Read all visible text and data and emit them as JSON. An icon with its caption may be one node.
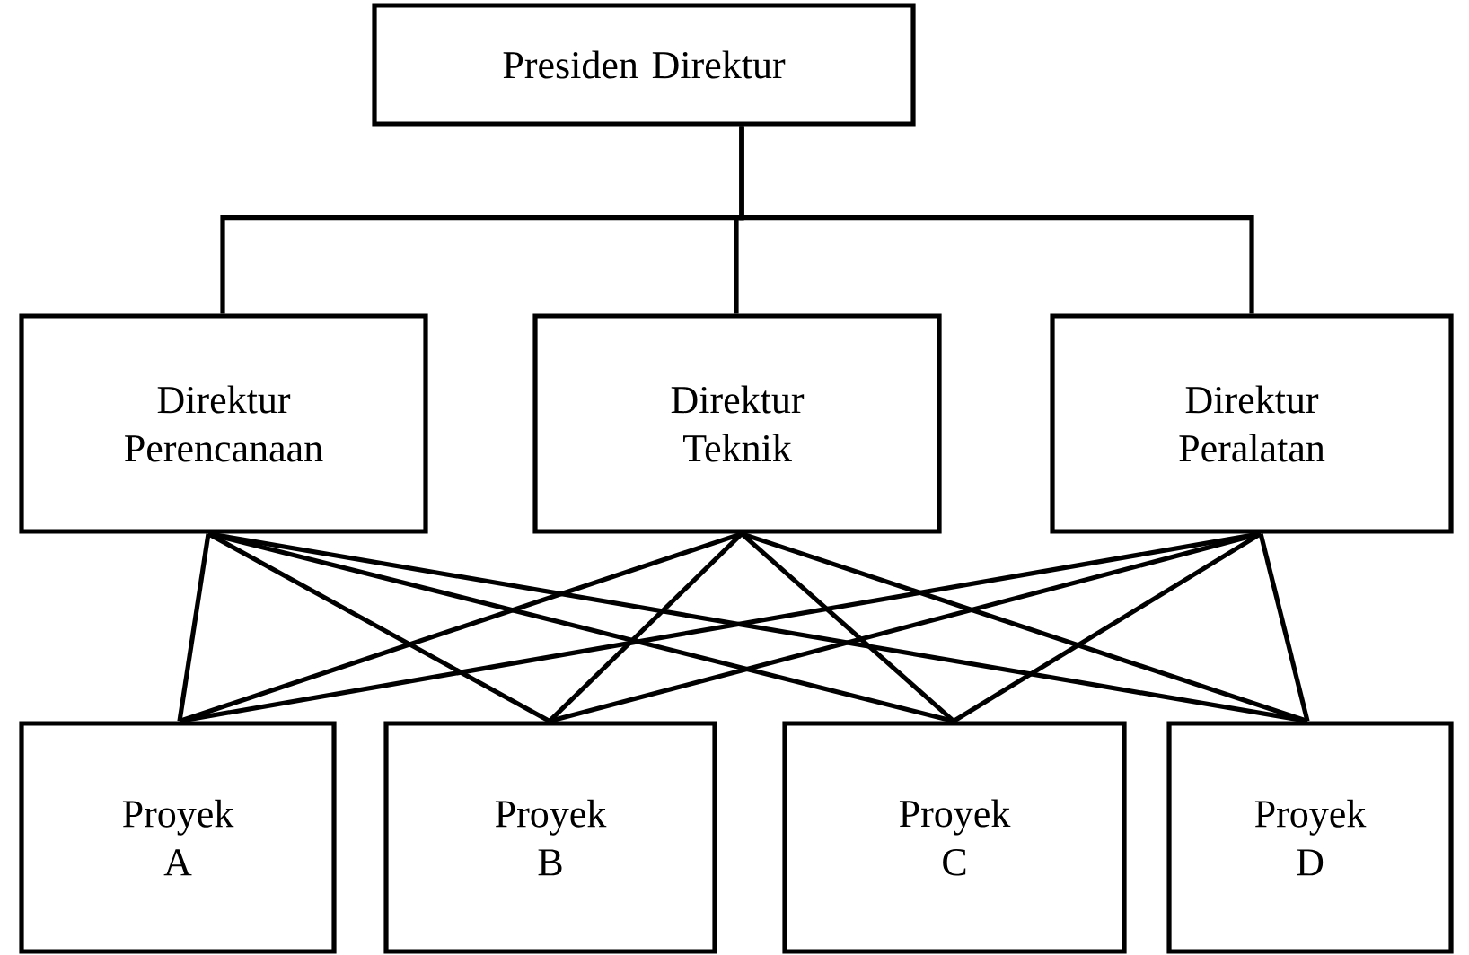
{
  "diagram": {
    "nodes": [
      {
        "text": [
          "Presiden Direktur"
        ]
      },
      {
        "text": [
          "Direktur Perencanaan"
        ]
      },
      {
        "text": [
          "Direktur Teknik"
        ]
      },
      {
        "text": [
          "Direktur Peralatan"
        ]
      },
      {
        "text": [
          "Proyek A"
        ]
      },
      {
        "text": [
          "Proyek B"
        ]
      },
      {
        "text": [
          "Proyek C"
        ]
      },
      {
        "text": [
          "Proyek D"
        ]
      }
    ],
    "edges": [
      {
        "from": 0,
        "to": 1,
        "arrow": "none"
      },
      {
        "from": 0,
        "to": 2,
        "arrow": "none"
      },
      {
        "from": 0,
        "to": 3,
        "arrow": "none"
      },
      {
        "from": 1,
        "to": 4,
        "arrow": "none"
      },
      {
        "from": 1,
        "to": 5,
        "arrow": "none"
      },
      {
        "from": 1,
        "to": 6,
        "arrow": "none"
      },
      {
        "from": 1,
        "to": 7,
        "arrow": "none"
      },
      {
        "from": 2,
        "to": 4,
        "arrow": "none"
      },
      {
        "from": 2,
        "to": 5,
        "arrow": "none"
      },
      {
        "from": 2,
        "to": 6,
        "arrow": "none"
      },
      {
        "from": 2,
        "to": 7,
        "arrow": "none"
      },
      {
        "from": 3,
        "to": 4,
        "arrow": "none"
      },
      {
        "from": 3,
        "to": 5,
        "arrow": "none"
      },
      {
        "from": 3,
        "to": 6,
        "arrow": "none"
      },
      {
        "from": 3,
        "to": 7,
        "arrow": "none"
      }
    ]
  }
}
